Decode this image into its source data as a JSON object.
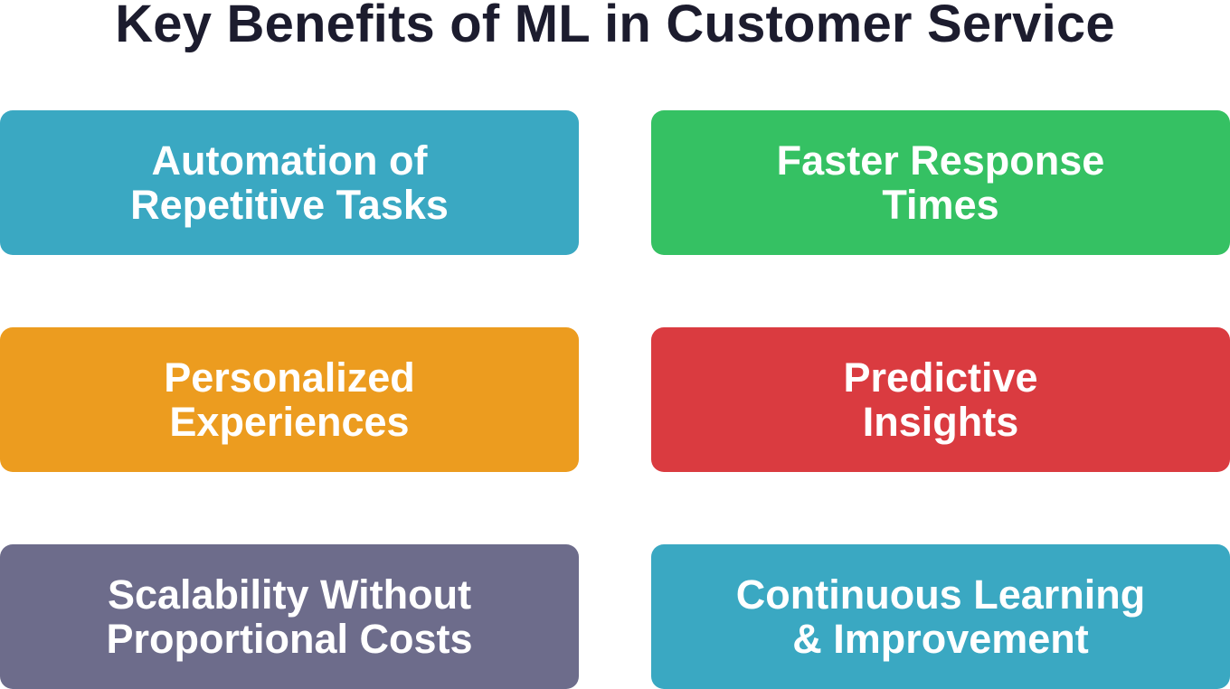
{
  "title": "Key Benefits of ML in Customer Service",
  "colors": {
    "teal": "#3aa8c2",
    "green": "#35c163",
    "orange": "#ec9c1f",
    "red": "#da3b40",
    "slate": "#6d6c8b",
    "title_text": "#1c1c2e",
    "card_text": "#ffffff"
  },
  "benefits": [
    {
      "line1": "Automation of",
      "line2": "Repetitive Tasks",
      "color": "#3aa8c2"
    },
    {
      "line1": "Faster Response",
      "line2": "Times",
      "color": "#35c163"
    },
    {
      "line1": "Personalized",
      "line2": "Experiences",
      "color": "#ec9c1f"
    },
    {
      "line1": "Predictive",
      "line2": "Insights",
      "color": "#da3b40"
    },
    {
      "line1": "Scalability Without",
      "line2": "Proportional Costs",
      "color": "#6d6c8b"
    },
    {
      "line1": "Continuous Learning",
      "line2": "& Improvement",
      "color": "#3aa8c2"
    }
  ]
}
